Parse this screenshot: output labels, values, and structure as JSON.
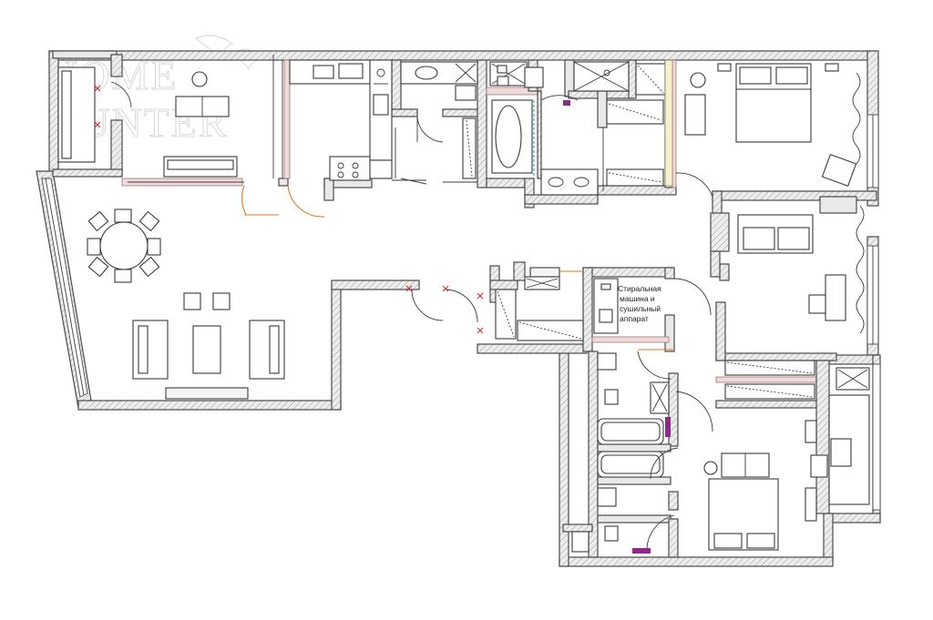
{
  "watermark": {
    "line1": "HOME",
    "line2": "HUNTER"
  },
  "annotations": {
    "laundry_line1": "Стиральная",
    "laundry_line2": "машина и",
    "laundry_line3": "сушильный",
    "laundry_line4": "аппарат"
  },
  "colors": {
    "wall": "#e9e9e9",
    "wall_outline": "#4a4a4a",
    "partition": "#efd9d9",
    "door_swing_accent": "#e0781e",
    "marker": "#dd2222",
    "fixture_purple": "#8b2a8b",
    "glass": "#1aa6b7"
  }
}
